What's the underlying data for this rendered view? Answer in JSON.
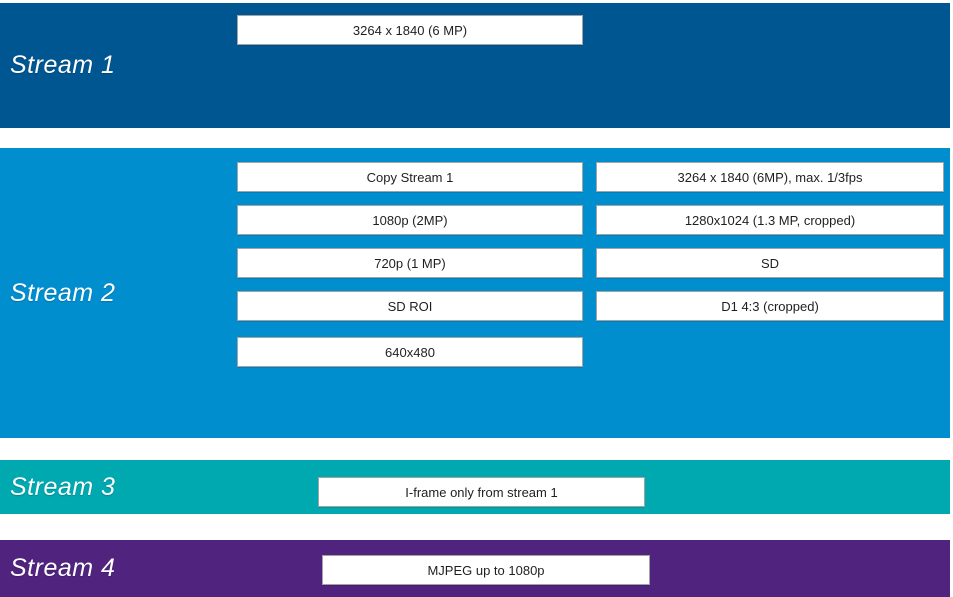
{
  "diagram": {
    "colors": {
      "stream1_band": "#005691",
      "stream2_band": "#008ECF",
      "stream3_band": "#00A8B0",
      "stream4_band": "#50237F",
      "option_box_background": "#FFFFFF",
      "option_box_border": "#A3A3A3",
      "option_box_text": "#1F1F1F",
      "band_label_text": "#FFFFFF"
    },
    "streams": [
      {
        "label": "Stream 1",
        "options": [
          "3264 x 1840 (6 MP)"
        ]
      },
      {
        "label": "Stream 2",
        "options_left": [
          "Copy Stream 1",
          "1080p (2MP)",
          "720p (1 MP)",
          "SD ROI",
          "640x480"
        ],
        "options_right": [
          "3264 x 1840 (6MP), max. 1/3fps",
          "1280x1024 (1.3 MP, cropped)",
          "SD",
          "D1 4:3 (cropped)"
        ]
      },
      {
        "label": "Stream 3",
        "options": [
          "I-frame only from stream 1"
        ]
      },
      {
        "label": "Stream 4",
        "options": [
          "MJPEG up to 1080p"
        ]
      }
    ]
  }
}
